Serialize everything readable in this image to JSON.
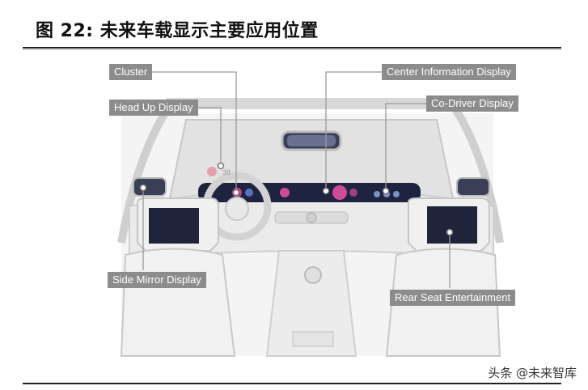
{
  "figure": {
    "title": "图 22:  未来车载显示主要应用位置",
    "watermark": "头条 @未来智库"
  },
  "labels": {
    "cluster": "Cluster",
    "head_up_display": "Head Up Display",
    "center_information_display": "Center Information Display",
    "co_driver_display": "Co-Driver Display",
    "side_mirror_display": "Side Mirror Display",
    "rear_seat_entertainment": "Rear Seat Entertainment"
  },
  "colors": {
    "label_bg": "#8c8c8c",
    "line": "#9a9a9a",
    "display_dark": "#1e2340",
    "accent_pink": "#d04a9a"
  }
}
